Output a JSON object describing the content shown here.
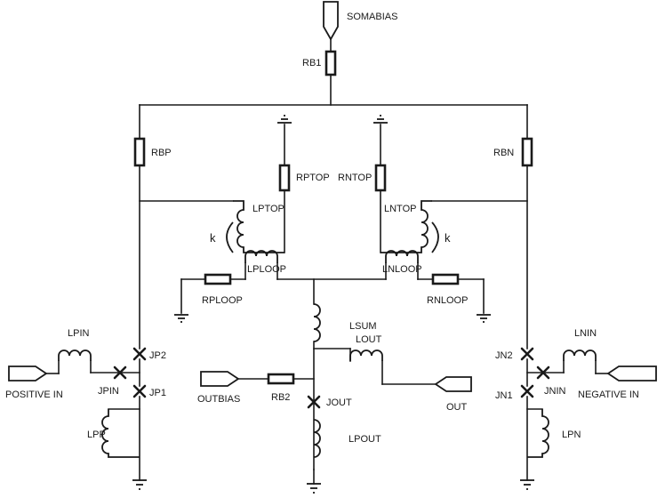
{
  "ports": {
    "somabias": "SOMABIAS",
    "positive_in": "POSITIVE IN",
    "negative_in": "NEGATIVE IN",
    "outbias": "OUTBIAS",
    "out": "OUT"
  },
  "resistors": {
    "rb1": "RB1",
    "rbp": "RBP",
    "rbn": "RBN",
    "rptop": "RPTOP",
    "rntop": "RNTOP",
    "rploop": "RPLOOP",
    "rnloop": "RNLOOP",
    "rb2": "RB2"
  },
  "inductors": {
    "lptop": "LPTOP",
    "lploop": "LPLOOP",
    "lntop": "LNTOP",
    "lnloop": "LNLOOP",
    "lsum": "LSUM",
    "lout": "LOUT",
    "lpin": "LPIN",
    "lnin": "LNIN",
    "lpp": "LPP",
    "lpn": "LPN",
    "lpout": "LPOUT"
  },
  "junctions": {
    "jp1": "JP1",
    "jp2": "JP2",
    "jpin": "JPIN",
    "jn1": "JN1",
    "jn2": "JN2",
    "jnin": "JNIN",
    "jout": "JOUT"
  },
  "coupling": {
    "left": "k",
    "right": "k"
  }
}
